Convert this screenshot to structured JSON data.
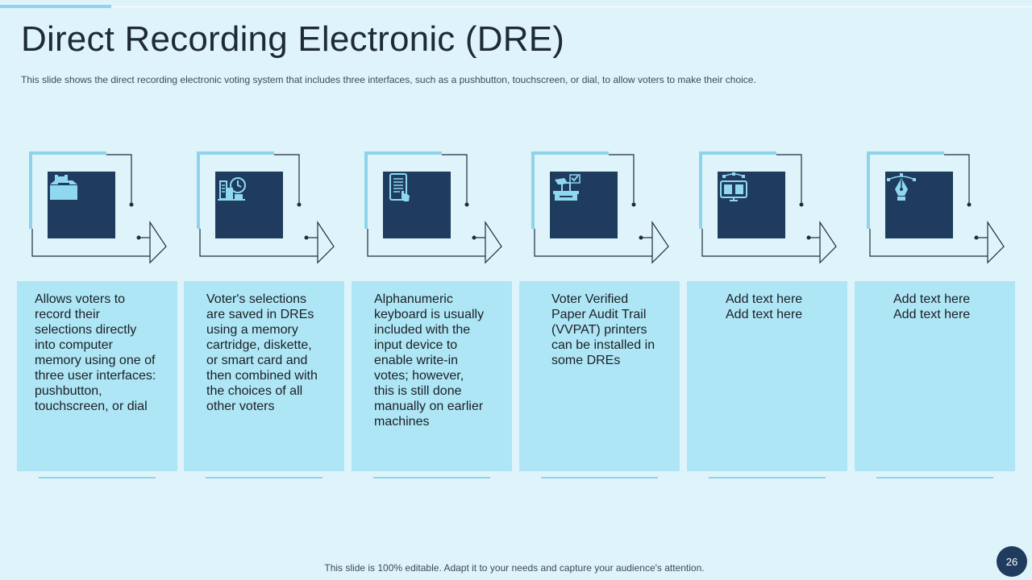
{
  "slide": {
    "title": "Direct Recording Electronic (DRE)",
    "subtitle": "This slide shows the direct recording electronic voting system that includes three interfaces,  such as a pushbutton, touchscreen, or dial, to allow voters  to make their choice.",
    "footer": "This slide is 100% editable. Adapt it to your needs and capture your audience's attention.",
    "page_number": "26"
  },
  "colors": {
    "background": "#dff4fa",
    "icon_box": "#1f3b5e",
    "card": "#aee6f5",
    "accent": "#8fd3ea",
    "icon_glyph": "#8fd8f0"
  },
  "steps": [
    {
      "icon": "ballot-box-icon",
      "text": "Allows voters to\nrecord their\nselections directly\ninto computer\nmemory using one of\nthree user interfaces:\npushbutton,\ntouchscreen,  or dial"
    },
    {
      "icon": "memory-cartridge-icon",
      "text": "Voter's selections\nare saved in DREs\nusing a memory\ncartridge, diskette,\nor smart card and\nthen combined with\nthe choices of all\nother voters"
    },
    {
      "icon": "keyboard-touch-icon",
      "text": "Alphanumeric\nkeyboard is usually\nincluded with the\ninput device to\nenable write-in\nvotes; however,\nthis is still done\nmanually  on earlier\nmachines"
    },
    {
      "icon": "paper-audit-trail-icon",
      "text": "Voter Verified\nPaper Audit Trail\n(VVPAT) printers\ncan be installed in\nsome DREs"
    },
    {
      "icon": "monitor-vector-icon",
      "text": "Add text here\nAdd text here"
    },
    {
      "icon": "pen-nib-icon",
      "text": "Add text here\nAdd text here"
    }
  ]
}
